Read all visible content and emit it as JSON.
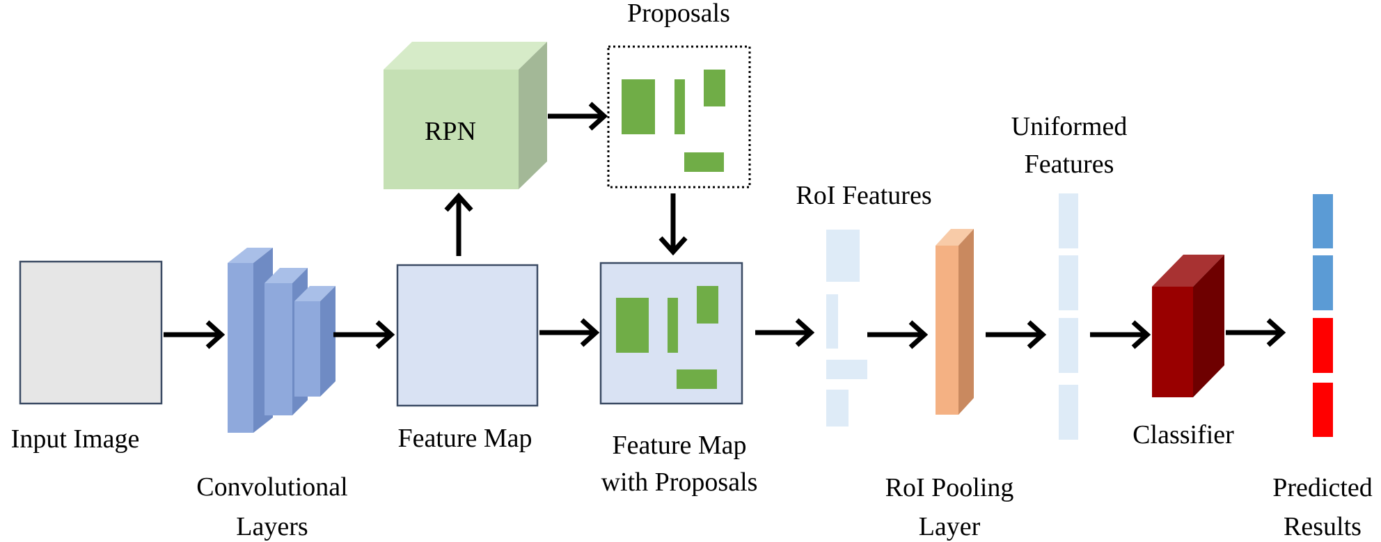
{
  "labels": {
    "input_image": "Input Image",
    "conv_layers_line1": "Convolutional",
    "conv_layers_line2": "Layers",
    "feature_map": "Feature Map",
    "rpn": "RPN",
    "proposals": "Proposals",
    "fm_proposals_line1": "Feature Map",
    "fm_proposals_line2": "with Proposals",
    "roi_features": "RoI Features",
    "roi_pooling_line1": "RoI Pooling",
    "roi_pooling_line2": "Layer",
    "uniformed_line1": "Uniformed",
    "uniformed_line2": "Features",
    "classifier": "Classifier",
    "predicted_line1": "Predicted",
    "predicted_line2": "Results"
  },
  "colors": {
    "input_image_fill": "#e6e6e6",
    "box_border": "#3a4a63",
    "conv_front": "#8fa9dc",
    "conv_top": "#a9bfe8",
    "conv_side": "#6f8bc4",
    "feature_map_fill": "#d9e2f3",
    "rpn_front": "#c5e0b4",
    "rpn_top": "#d6ebc8",
    "rpn_side": "#a3b897",
    "proposal_green": "#70ad47",
    "roi_feature_fill": "#deebf7",
    "pool_front": "#f4b183",
    "pool_top": "#f8cba8",
    "pool_side": "#c9895f",
    "classifier_front": "#990000",
    "classifier_top": "#a83232",
    "classifier_side": "#6e0000",
    "result_blue": "#5b9bd5",
    "result_red": "#ff0000",
    "arrow": "#000000"
  },
  "icons": [
    "right-arrow-icon",
    "up-arrow-icon",
    "down-arrow-icon"
  ]
}
